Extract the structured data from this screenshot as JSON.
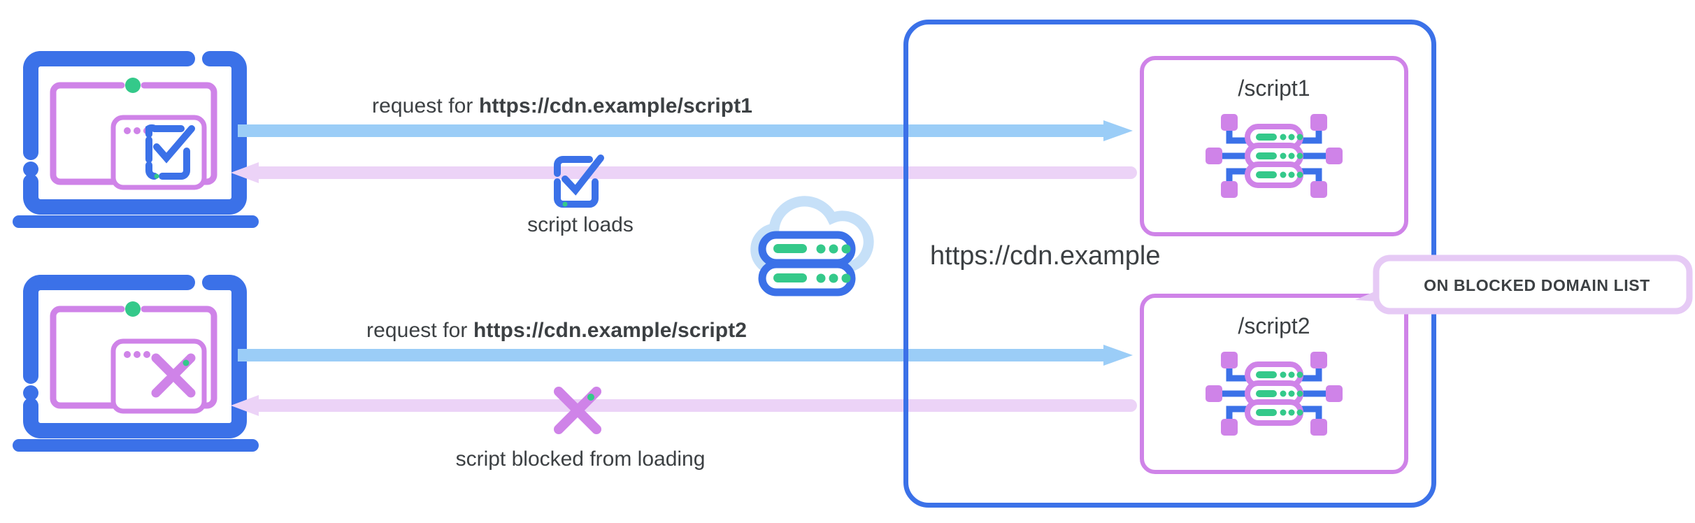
{
  "diagram": {
    "title_hidden": "CDN script blocking diagram",
    "rows": [
      {
        "id": "allowed",
        "request_prefix": "request for ",
        "request_url": "https://cdn.example/script1",
        "result_label": "script loads",
        "script_name": "/script1",
        "status_icon": "checkmark-icon",
        "browser_icon": "checkmark-icon"
      },
      {
        "id": "blocked",
        "request_prefix": "request for ",
        "request_url": "https://cdn.example/script2",
        "result_label": "script blocked from loading",
        "script_name": "/script2",
        "status_icon": "cross-icon",
        "browser_icon": "cross-icon"
      }
    ],
    "cdn": {
      "label": "https://cdn.example",
      "cloud_icon": "cloud-server-icon"
    },
    "callout": {
      "label": "ON BLOCKED DOMAIN LIST"
    },
    "colors": {
      "blue": "#3b71e8",
      "blue_light": "#9bcdf7",
      "purple": "#cf83e8",
      "purple_light": "#ecd3f7",
      "green": "#34c98a",
      "text": "#3c4043",
      "cloud": "#c6e0f8"
    }
  }
}
